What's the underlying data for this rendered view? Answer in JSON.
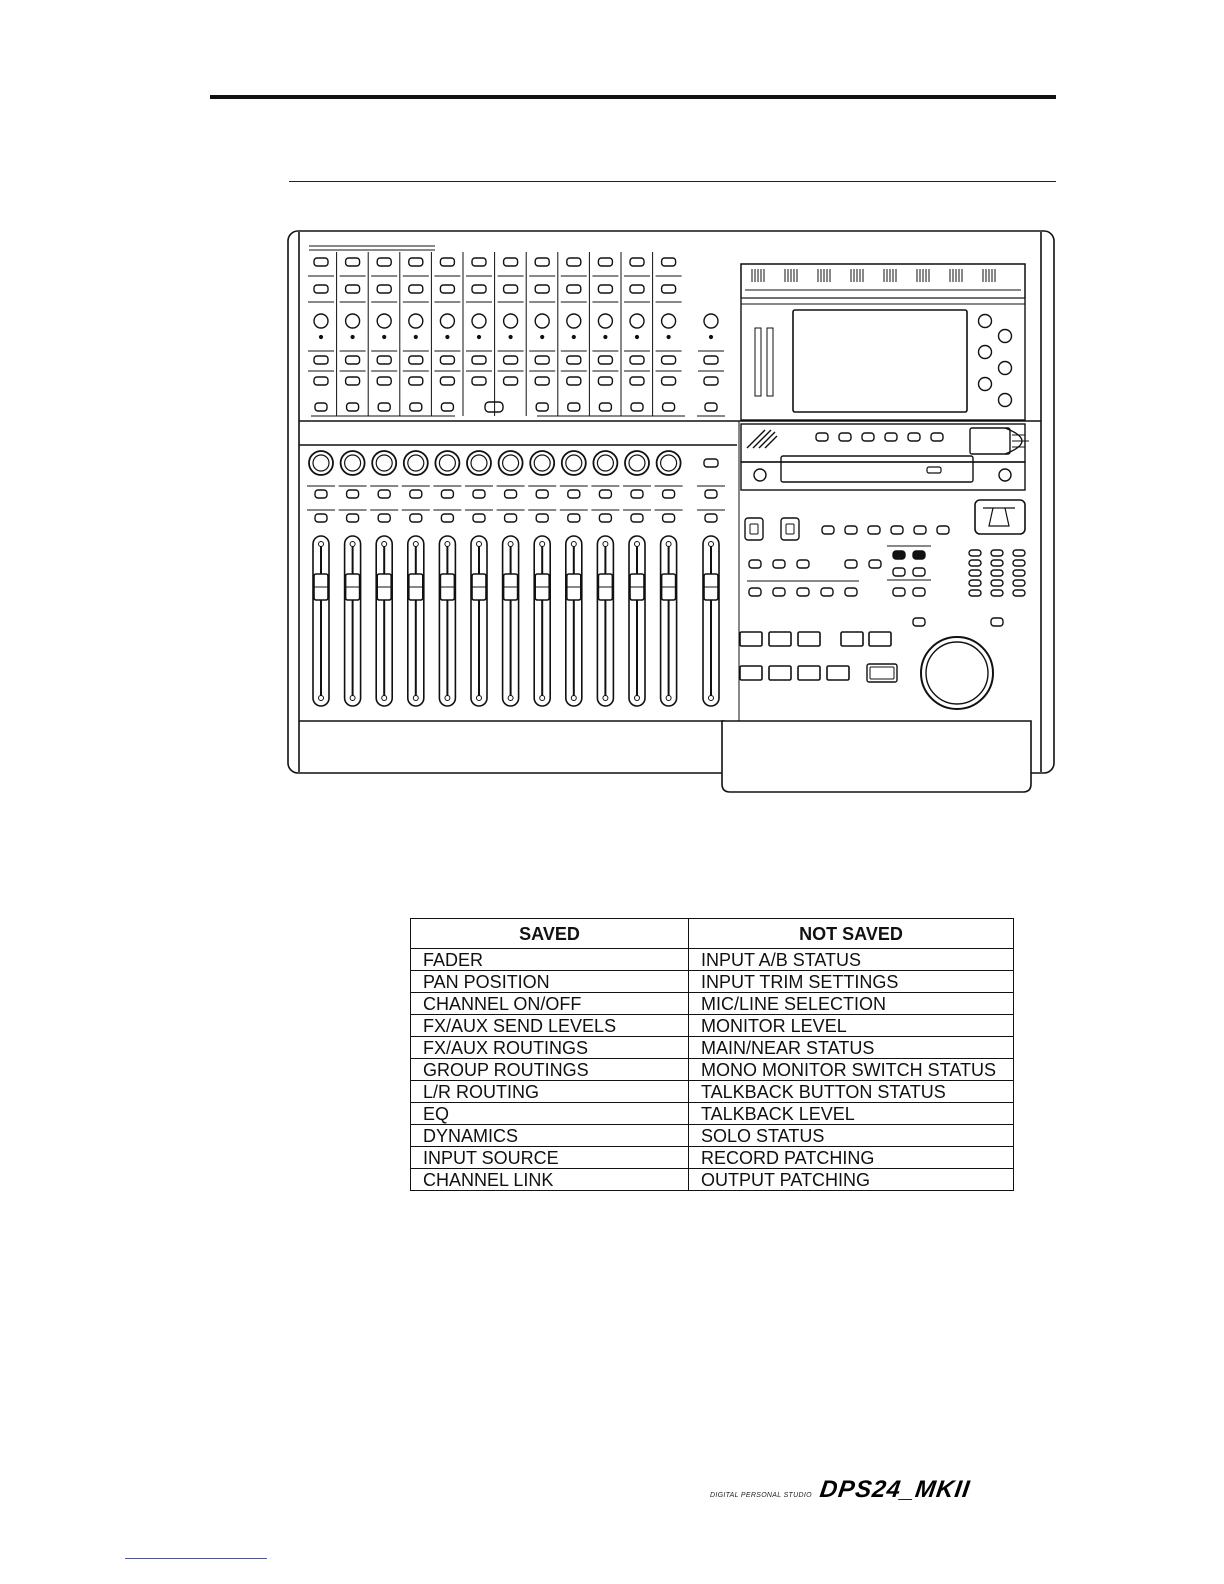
{
  "table": {
    "headers": [
      "SAVED",
      "NOT SAVED"
    ],
    "rows": [
      [
        "FADER",
        "INPUT A/B STATUS"
      ],
      [
        "PAN POSITION",
        "INPUT TRIM SETTINGS"
      ],
      [
        "CHANNEL ON/OFF",
        "MIC/LINE SELECTION"
      ],
      [
        "FX/AUX SEND LEVELS",
        "MONITOR LEVEL"
      ],
      [
        "FX/AUX ROUTINGS",
        "MAIN/NEAR STATUS"
      ],
      [
        "GROUP ROUTINGS",
        "MONO MONITOR SWITCH STATUS"
      ],
      [
        "L/R ROUTING",
        "TALKBACK BUTTON STATUS"
      ],
      [
        "EQ",
        "TALKBACK LEVEL"
      ],
      [
        "DYNAMICS",
        "SOLO STATUS"
      ],
      [
        "INPUT SOURCE",
        "RECORD PATCHING"
      ],
      [
        "CHANNEL LINK",
        "OUTPUT PATCHING"
      ]
    ]
  },
  "footer": {
    "brand_small": "DIGITAL PERSONAL STUDIO",
    "brand_large": "DPS24_MKII"
  },
  "colors": {
    "ink": "#111111",
    "link": "#3a56c9"
  }
}
